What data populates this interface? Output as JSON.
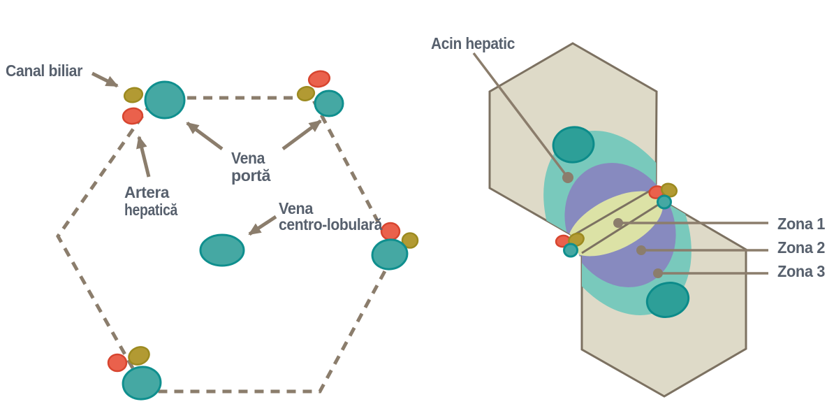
{
  "diagram": {
    "language": "Romanian",
    "subject": "liver lobule and hepatic acinus schematic"
  },
  "left_lobule": {
    "labels": {
      "canal_biliar": "Canal biliar",
      "artera_hepatica": [
        "Artera",
        "hepatică"
      ],
      "vena_porta": [
        "Vena",
        "portă"
      ],
      "vena_centrolobulara": [
        "Vena",
        "centro-lobulară"
      ]
    },
    "icons": {
      "bile_duct": "bile-duct-blob",
      "hepatic_artery": "hepatic-artery-blob",
      "portal_vein": "portal-vein-circle",
      "central_vein": "central-vein-ellipse",
      "lobule_outline": "dashed-hexagon-outline",
      "pointer": "arrow-icon"
    }
  },
  "right_acinus": {
    "labels": {
      "acin_hepatic": "Acin hepatic",
      "zones": [
        "Zona 1",
        "Zona 2",
        "Zona 3"
      ]
    },
    "icons": {
      "lobule": "hexagon-lobule",
      "zone_ellipses": "acinus-zone-ellipses",
      "pointer": "leader-line-with-dot"
    }
  },
  "colors": {
    "background": "#ffffff",
    "label_text": "#57606d",
    "taupe_lines": "#8b7d6c",
    "hexagon_fill": "#dedac8",
    "hexagon_stroke": "#7c7161",
    "portal_vein_fill": "#45a8a3",
    "portal_vein_stroke": "#0f8f8e",
    "hepatic_artery_fill": "#ea614c",
    "hepatic_artery_stroke": "#d7452f",
    "bile_duct_fill": "#b29a33",
    "bile_duct_stroke": "#9c8a20",
    "central_vein_fill": "#2d9f98",
    "central_vein_stroke": "#0c8b8a",
    "zona1_fill": "#dce2a6",
    "zona2_fill": "#878abf",
    "zona3_fill": "#79c9bc"
  }
}
